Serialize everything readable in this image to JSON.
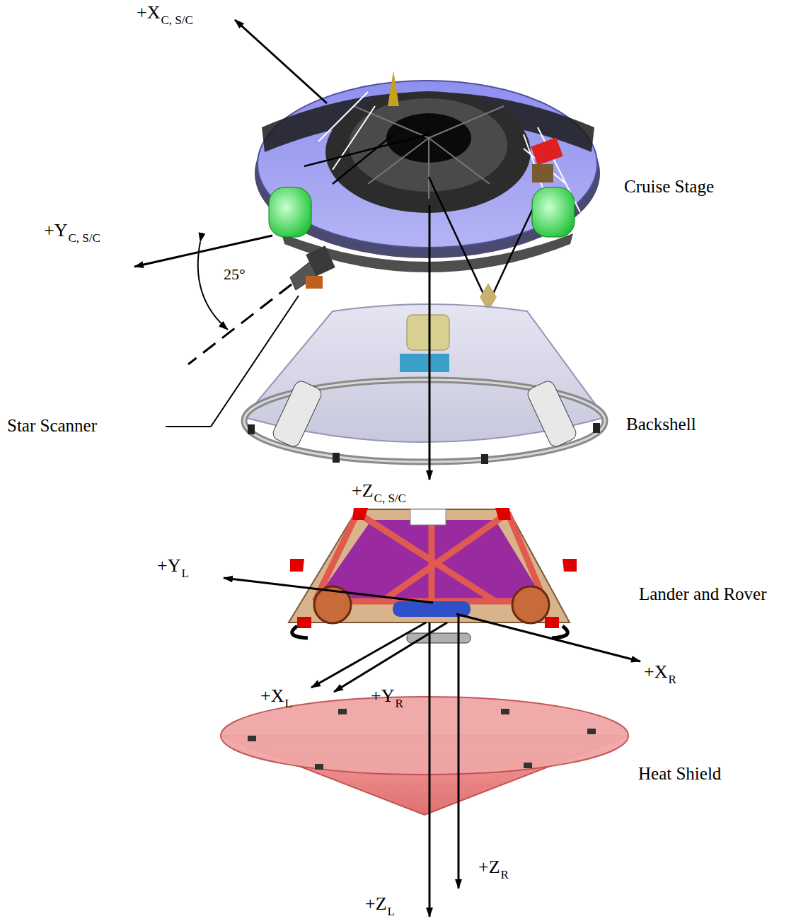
{
  "diagram": {
    "labels": [
      "+X",
      "C, S/C",
      "+Y",
      "C, S/C",
      "25°",
      "Cruise Stage",
      "Star Scanner",
      "Backshell",
      "+Z",
      "C, S/C",
      "+Y",
      "L",
      "Lander and Rover",
      "+X",
      "R",
      "+X",
      "L",
      "+Y",
      "R",
      "Heat Shield",
      "+Z",
      "R",
      "+Z",
      "L"
    ]
  }
}
